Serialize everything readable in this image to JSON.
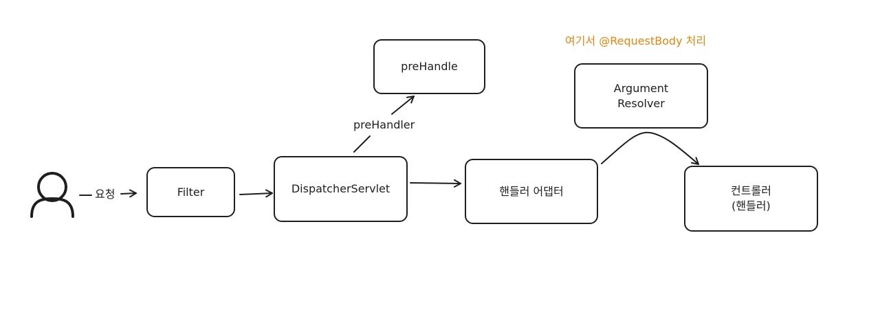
{
  "colors": {
    "stroke": "#1e1e1e",
    "annotation": "#e8850f",
    "background": "#ffffff"
  },
  "user": {
    "icon": "user-icon",
    "request_label": "요청"
  },
  "nodes": {
    "filter": "Filter",
    "dispatcher": "DispatcherServlet",
    "prehandle": "preHandle",
    "handler_adapter": "핸들러 어댑터",
    "argument_resolver": "Argument\nResolver",
    "controller": "컨트롤러\n(핸들러)"
  },
  "edges": {
    "prehandler_label": "preHandler"
  },
  "annotation": {
    "text": "여기서 @RequestBody 처리"
  }
}
